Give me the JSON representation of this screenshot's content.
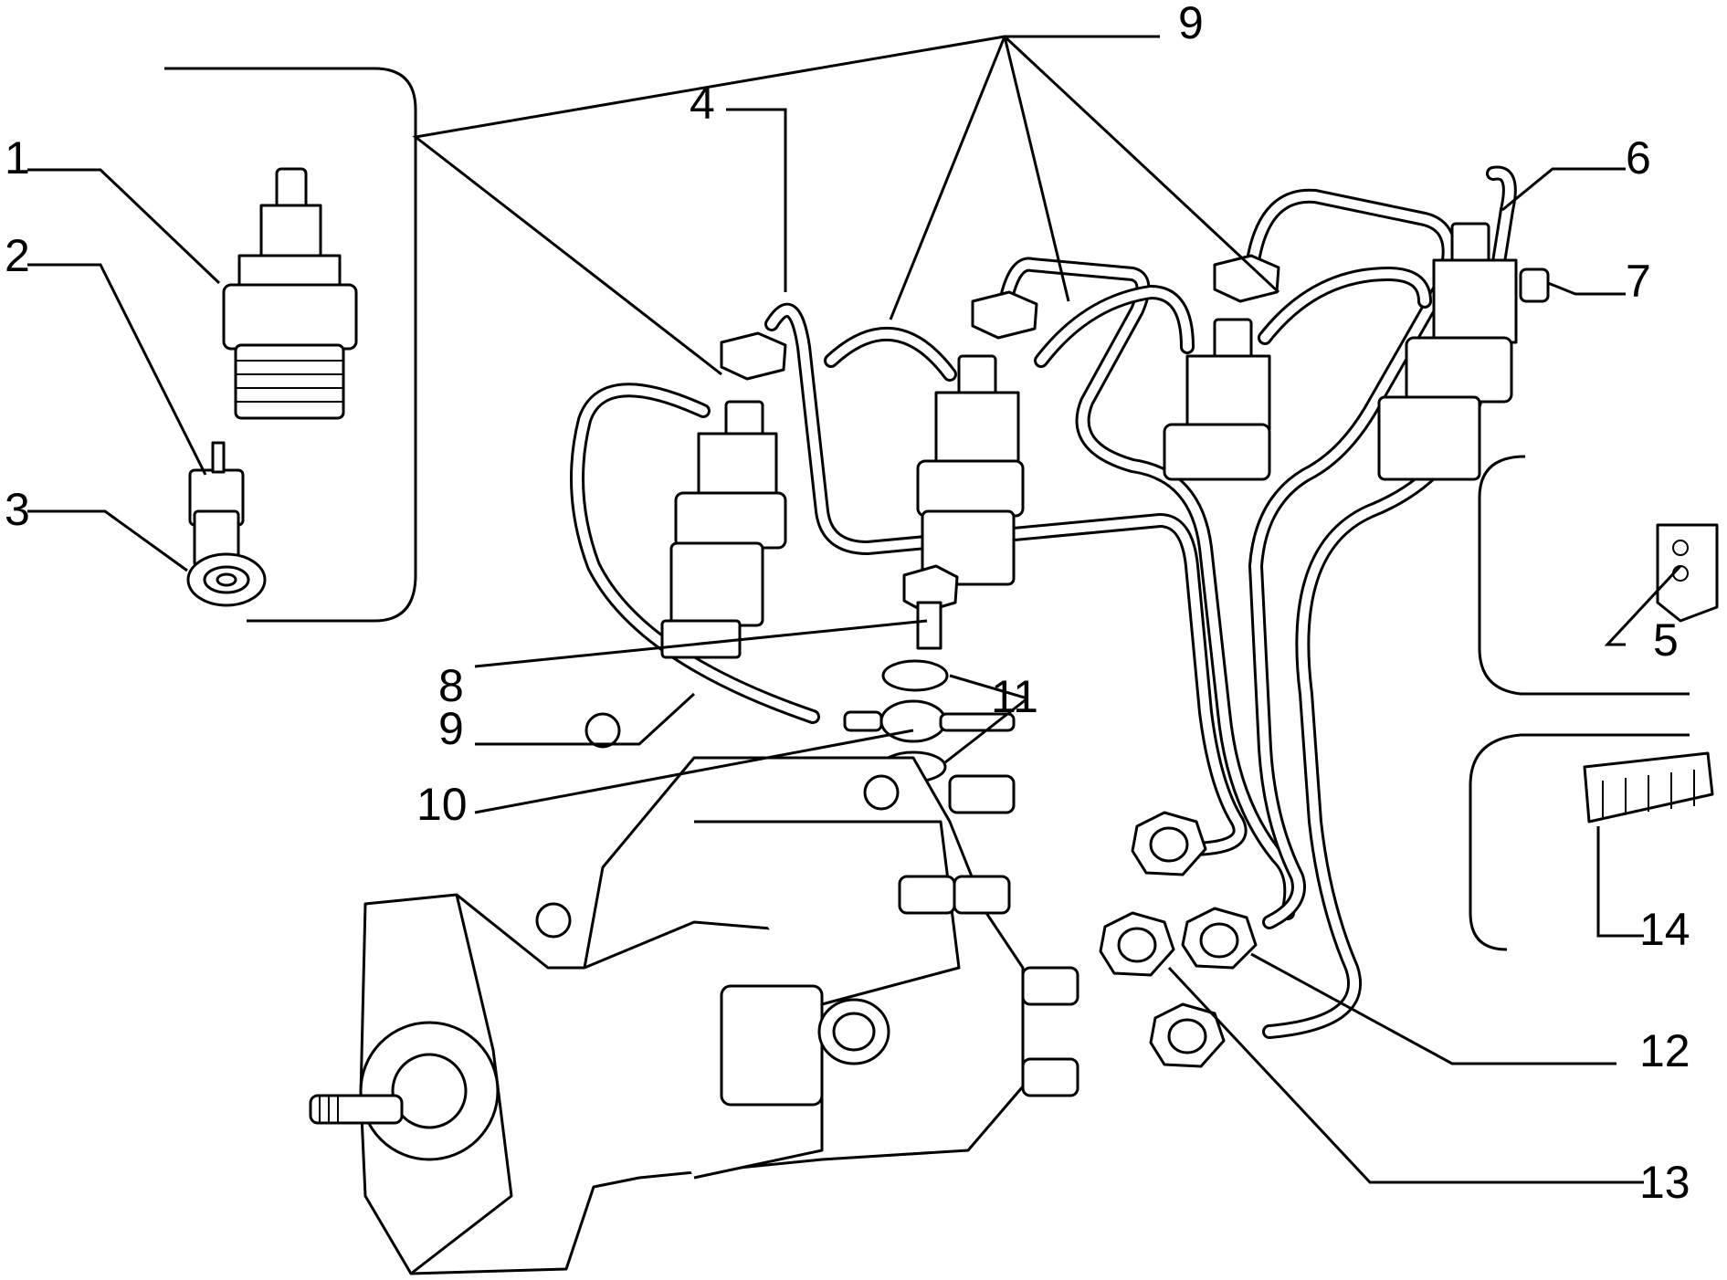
{
  "callouts": {
    "c1": "1",
    "c2": "2",
    "c3": "3",
    "c4": "4",
    "c5": "5",
    "c6": "6",
    "c7": "7",
    "c8": "8",
    "c9a": "9",
    "c9b": "9",
    "c10": "10",
    "c11": "11",
    "c12": "12",
    "c13": "13",
    "c14": "14"
  }
}
